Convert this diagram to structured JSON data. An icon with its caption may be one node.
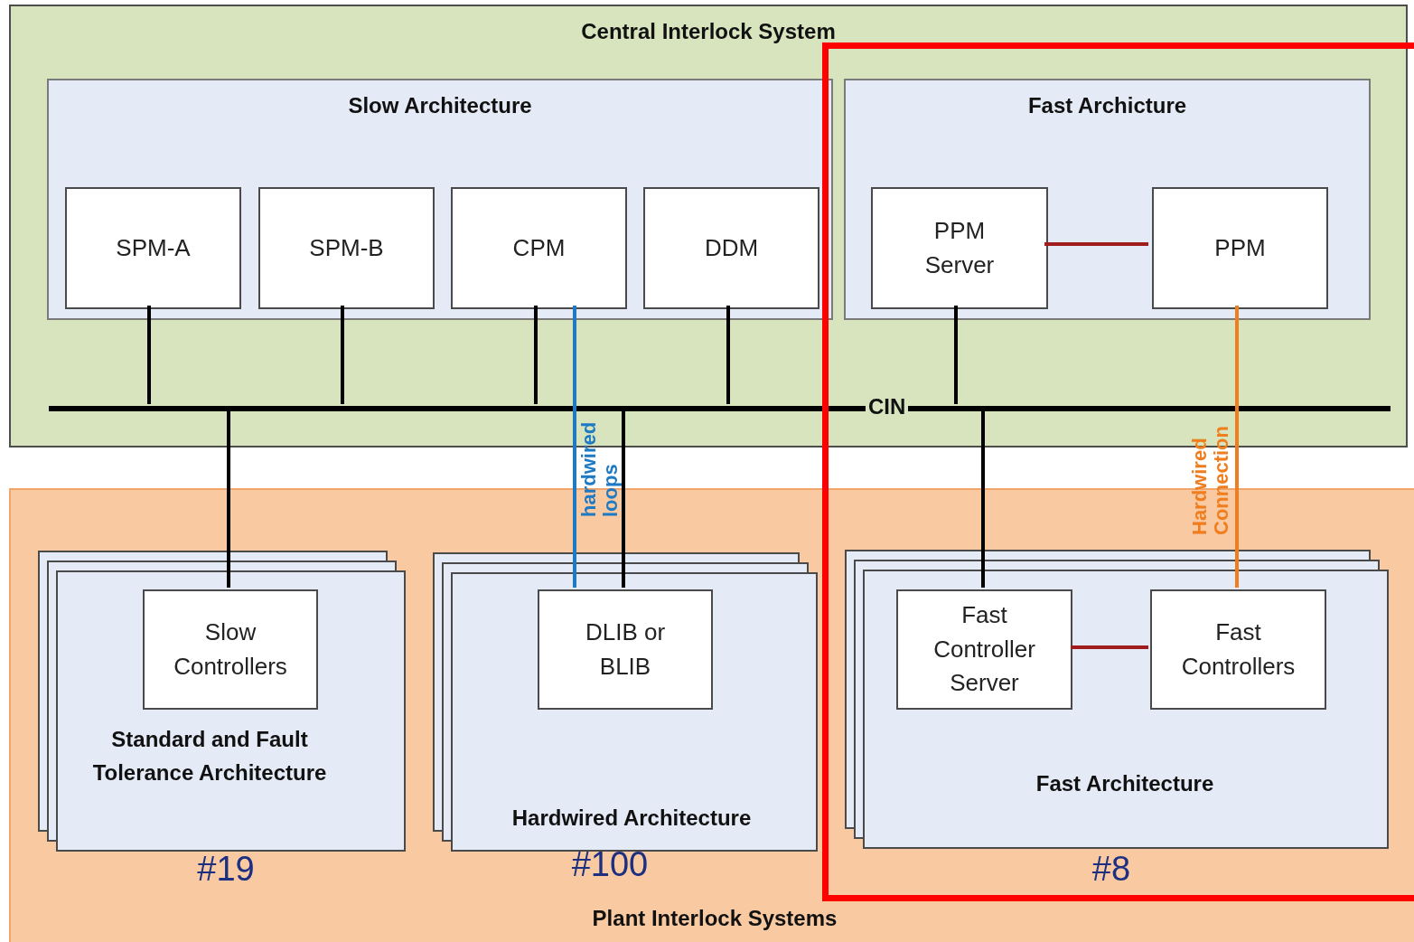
{
  "diagram": {
    "nodes": [
      {
        "text": [
          "Central Interlock System"
        ]
      },
      {
        "text": [
          "Slow Architecture"
        ],
        "in": 0
      },
      {
        "text": [
          "SPM-A"
        ],
        "in": 1
      },
      {
        "text": [
          "SPM-B"
        ],
        "in": 1
      },
      {
        "text": [
          "CPM"
        ],
        "in": 1
      },
      {
        "text": [
          "DDM"
        ],
        "in": 1
      },
      {
        "text": [
          "Fast Archicture"
        ],
        "in": 0
      },
      {
        "text": [
          "PPM Server"
        ],
        "in": 6
      },
      {
        "text": [
          "PPM"
        ],
        "in": 6
      },
      {
        "text": [],
        "shape": "bar",
        "in": 0
      },
      {
        "text": [
          "Plant Interlock Systems"
        ]
      },
      {
        "text": [
          "Standard and Fault Tolerance Architecture"
        ],
        "in": 10,
        "beside": [
          "#19"
        ]
      },
      {
        "text": [
          "Slow Controllers"
        ],
        "in": 11
      },
      {
        "text": [
          "Hardwired Architecture"
        ],
        "in": 10,
        "beside": [
          "#100"
        ]
      },
      {
        "text": [
          "DLIB or BLIB"
        ],
        "in": 13
      },
      {
        "text": [
          "Fast Architecture"
        ],
        "in": 10,
        "beside": [
          "#8"
        ]
      },
      {
        "text": [
          "Fast Controller Server"
        ],
        "in": 15
      },
      {
        "text": [
          "Fast Controllers"
        ],
        "in": 15
      }
    ],
    "edges": [
      {
        "from": 2,
        "to": 9,
        "arrow": "none"
      },
      {
        "from": 3,
        "to": 9,
        "arrow": "none"
      },
      {
        "from": 4,
        "to": 9,
        "arrow": "none"
      },
      {
        "from": 5,
        "to": 9,
        "arrow": "none"
      },
      {
        "from": 7,
        "to": 8,
        "arrow": "none",
        "color": "#a11d1d"
      },
      {
        "from": 7,
        "to": 9,
        "arrow": "none"
      },
      {
        "from": 9,
        "to": 12,
        "arrow": "none"
      },
      {
        "from": 9,
        "to": 14,
        "arrow": "none"
      },
      {
        "from": 9,
        "to": 16,
        "arrow": "none"
      },
      {
        "from": 4,
        "to": 14,
        "arrow": "none",
        "color": "#1f7ac4",
        "label": "hardwired loops"
      },
      {
        "from": 8,
        "to": 17,
        "arrow": "none",
        "color": "#f07d1e",
        "label": "Hardwired Connection"
      },
      {
        "from": 16,
        "to": 17,
        "arrow": "none",
        "color": "#a11d1d"
      }
    ],
    "labels": [
      "CIN"
    ]
  }
}
